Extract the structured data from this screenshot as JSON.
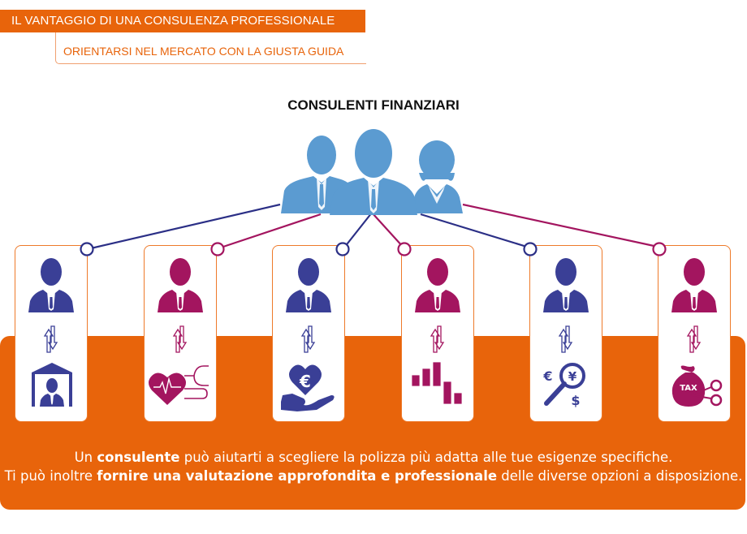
{
  "header": {
    "title": "IL VANTAGGIO DI UNA CONSULENZA PROFESSIONALE",
    "subtitle": "ORIENTARSI NEL MERCATO CON LA GIUSTA GUIDA"
  },
  "group": {
    "title": "CONSULENTI FINANZIARI",
    "icon": "advisors-group-icon",
    "color": "#5b9bd1"
  },
  "colors": {
    "orange": "#e8640b",
    "navy": "#3a3f96",
    "magenta": "#a3155f",
    "advisor_blue": "#5b9bd1"
  },
  "cards": [
    {
      "person_color": "#3a3f96",
      "exchange_icon": "exchange-arrows-icon",
      "topic_icon": "home-protection-icon"
    },
    {
      "person_color": "#a3155f",
      "exchange_icon": "exchange-arrows-icon",
      "topic_icon": "health-stethoscope-icon"
    },
    {
      "person_color": "#3a3f96",
      "exchange_icon": "exchange-arrows-icon",
      "topic_icon": "euro-savings-hand-icon"
    },
    {
      "person_color": "#a3155f",
      "exchange_icon": "exchange-arrows-icon",
      "topic_icon": "bar-chart-icon"
    },
    {
      "person_color": "#3a3f96",
      "exchange_icon": "exchange-arrows-icon",
      "topic_icon": "currency-magnifier-icon",
      "currency_labels": [
        "€",
        "¥",
        "$"
      ]
    },
    {
      "person_color": "#a3155f",
      "exchange_icon": "exchange-arrows-icon",
      "topic_icon": "tax-cut-icon",
      "tax_label": "TAX"
    }
  ],
  "caption": {
    "line1_pre": "Un ",
    "line1_bold": "consulente",
    "line1_post": " può aiutarti  a scegliere la polizza più adatta alle tue esigenze specifiche.",
    "line2_pre": "Ti può inoltre ",
    "line2_bold": "fornire una valutazione approfondita e professionale",
    "line2_post": " delle diverse opzioni a disposizione."
  }
}
